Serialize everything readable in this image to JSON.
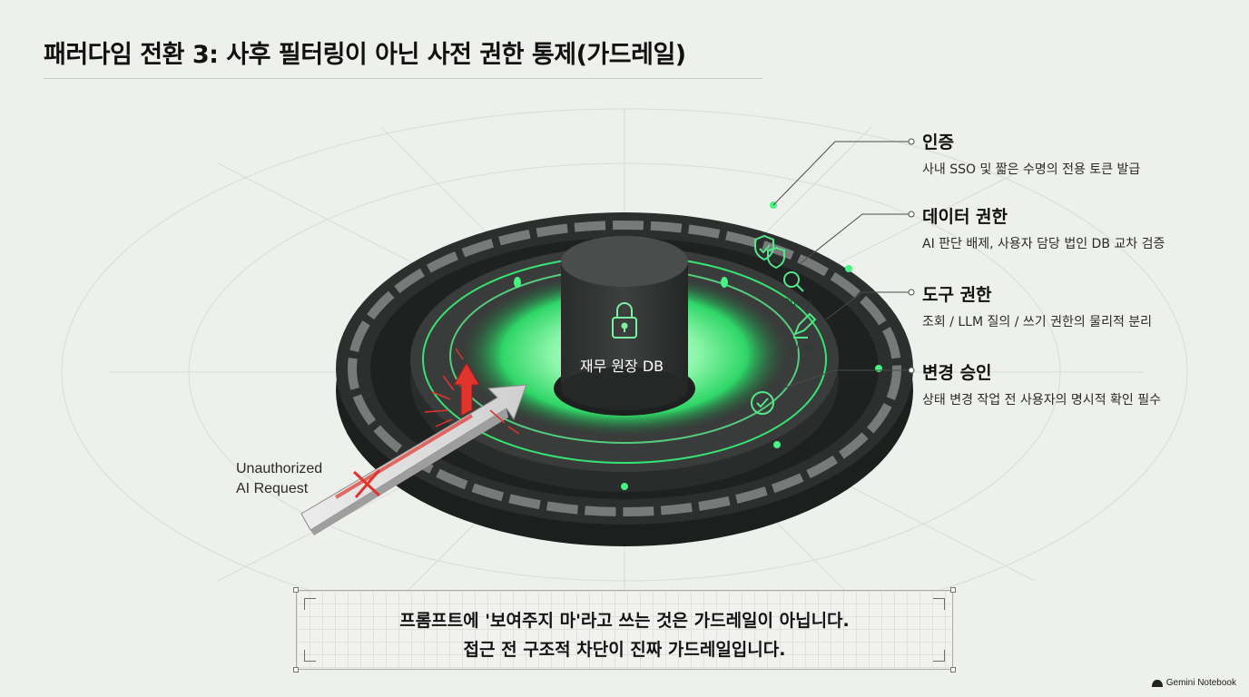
{
  "title": "패러다임 전환 3: 사후 필터링이 아닌 사전 권한 통제(가드레일)",
  "center": {
    "label": "재무 원장 DB",
    "icon": "lock-icon"
  },
  "ring_icons": [
    {
      "icon": "shield-check-icon",
      "label": ""
    },
    {
      "icon": "magnifier-icon",
      "label": "Query"
    },
    {
      "icon": "pencil-icon",
      "label": "Write"
    },
    {
      "icon": "check-circle-icon",
      "label": ""
    }
  ],
  "callouts": [
    {
      "heading": "인증",
      "desc": "사내 SSO 및 짧은 수명의 전용 토큰 발급"
    },
    {
      "heading": "데이터 권한",
      "desc": "AI 판단 배제, 사용자 담당 법인 DB 교차 검증"
    },
    {
      "heading": "도구 권한",
      "desc": "조회 / LLM 질의 / 쓰기 권한의 물리적 분리"
    },
    {
      "heading": "변경 승인",
      "desc": "상태 변경 작업 전 사용자의 명시적 확인 필수"
    }
  ],
  "request": {
    "label_line1": "Unauthorized",
    "label_line2": "AI Request",
    "blocked_icon": "x-mark-icon"
  },
  "note": {
    "line1": "프롬프트에 '보여주지 마'라고 쓰는 것은 가드레일이 아닙니다.",
    "line2": "접근 전 구조적 차단이 진짜 가드레일입니다."
  },
  "brand": "Gemini Notebook",
  "colors": {
    "accent_green": "#39e27a",
    "ring_dark": "#2b2d2c",
    "alert_red": "#e0342c",
    "background": "#eef0ec"
  }
}
